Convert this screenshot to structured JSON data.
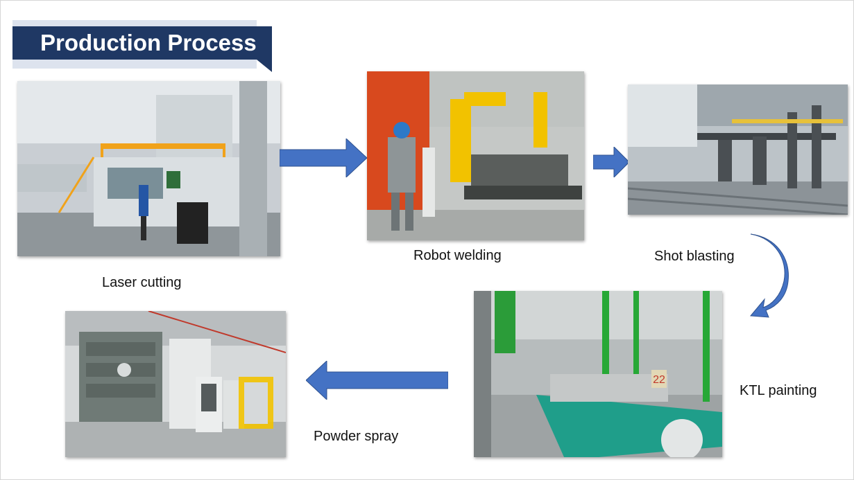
{
  "slide": {
    "title": "Production Process"
  },
  "steps": [
    {
      "id": "laser",
      "label": "Laser cutting"
    },
    {
      "id": "welding",
      "label": "Robot welding"
    },
    {
      "id": "blasting",
      "label": "Shot blasting"
    },
    {
      "id": "ktl",
      "label": "KTL painting",
      "tag": "22"
    },
    {
      "id": "powder",
      "label": "Powder spray"
    }
  ],
  "colors": {
    "title_bar": "#1f3864",
    "title_back": "#dde3ee",
    "arrow": "#4472c4"
  }
}
